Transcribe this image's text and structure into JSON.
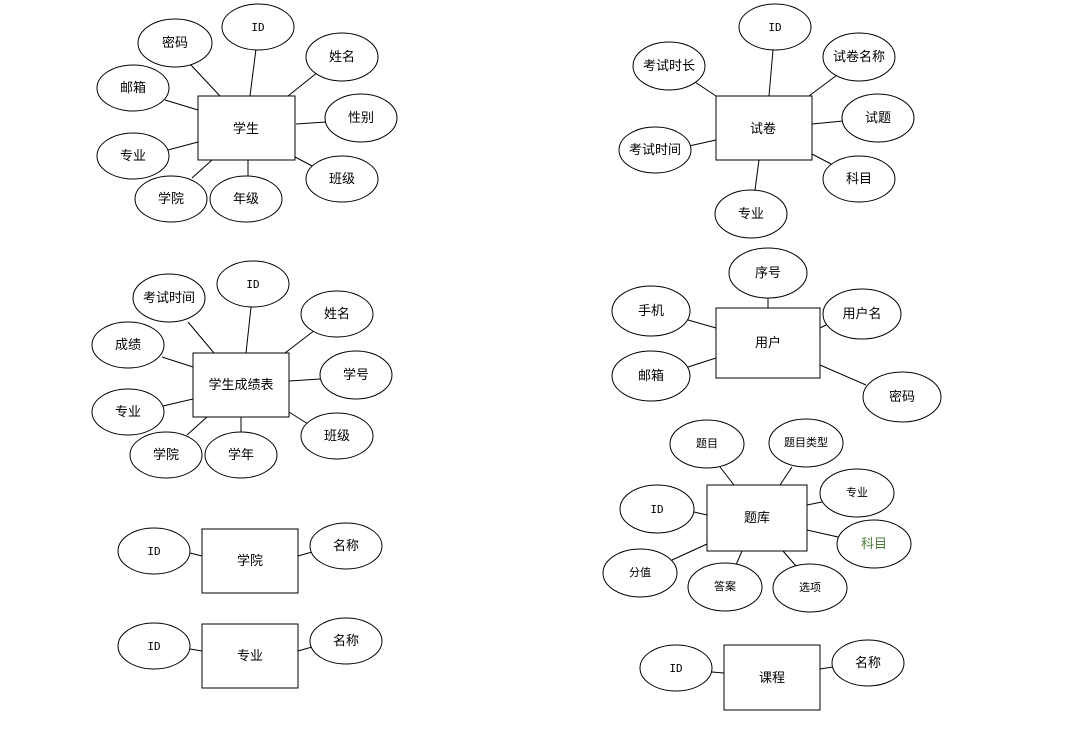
{
  "colors": {
    "stroke": "#000000",
    "fill": "#ffffff",
    "highlight_text": "#4e7a3a"
  },
  "entities": {
    "student": {
      "name": "学生",
      "attrs": {
        "password": "密码",
        "id": "ID",
        "name": "姓名",
        "email": "邮箱",
        "gender": "性别",
        "major": "专业",
        "class": "班级",
        "college": "学院",
        "grade": "年级"
      }
    },
    "paper": {
      "name": "试卷",
      "attrs": {
        "id": "ID",
        "duration": "考试时长",
        "paper_name": "试卷名称",
        "questions": "试题",
        "exam_time": "考试时间",
        "subject": "科目",
        "major": "专业"
      }
    },
    "score": {
      "name": "学生成绩表",
      "attrs": {
        "exam_time": "考试时间",
        "id": "ID",
        "name": "姓名",
        "score": "成绩",
        "student_no": "学号",
        "major": "专业",
        "class": "班级",
        "college": "学院",
        "year": "学年"
      }
    },
    "user": {
      "name": "用户",
      "attrs": {
        "seq": "序号",
        "phone": "手机",
        "username": "用户名",
        "email": "邮箱",
        "password": "密码"
      }
    },
    "bank": {
      "name": "题库",
      "attrs": {
        "question": "题目",
        "question_type": "题目类型",
        "id": "ID",
        "major": "专业",
        "subject": "科目",
        "score": "分值",
        "answer": "答案",
        "options": "选项"
      }
    },
    "college": {
      "name": "学院",
      "attrs": {
        "id": "ID",
        "name": "名称"
      }
    },
    "major": {
      "name": "专业",
      "attrs": {
        "id": "ID",
        "name": "名称"
      }
    },
    "course": {
      "name": "课程",
      "attrs": {
        "id": "ID",
        "name": "名称"
      }
    }
  }
}
